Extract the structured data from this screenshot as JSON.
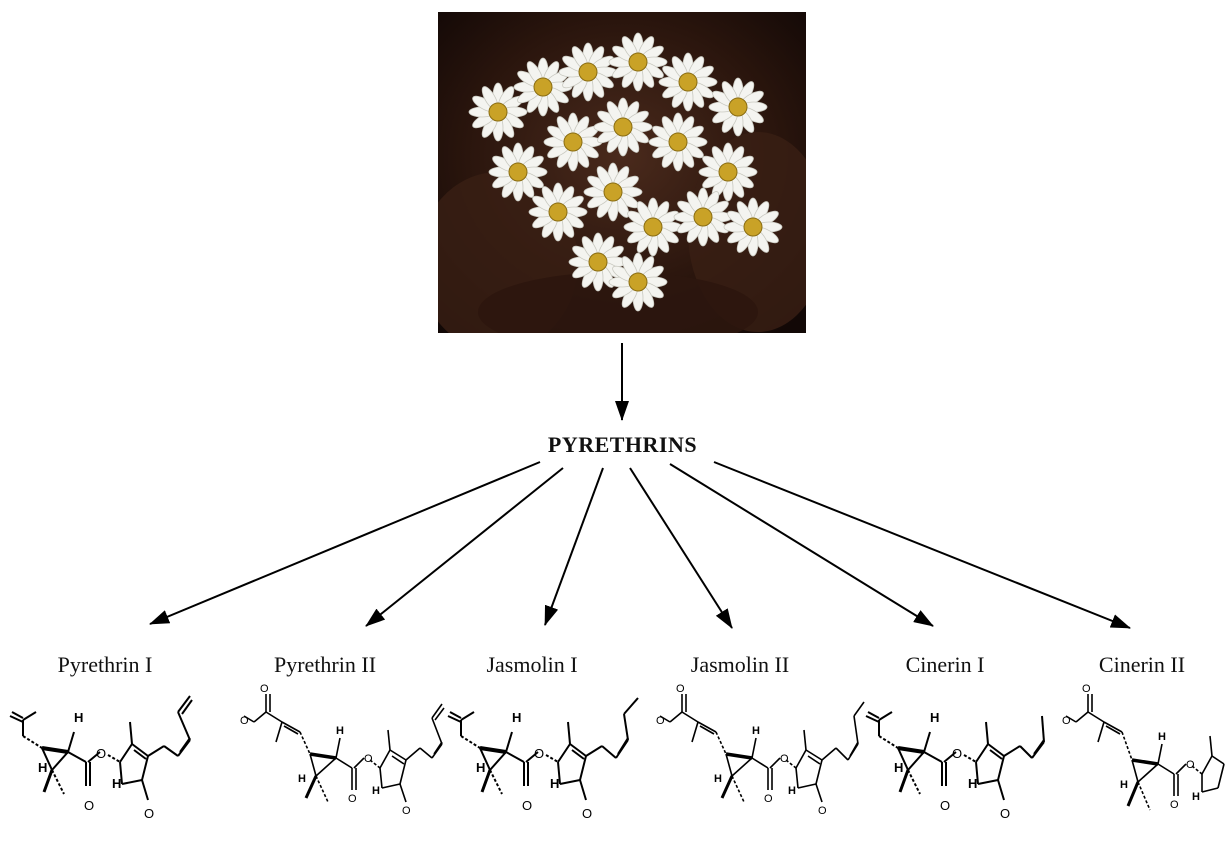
{
  "diagram": {
    "title": "PYRETHRINS",
    "compounds": [
      {
        "name": "Pyrethrin I"
      },
      {
        "name": "Pyrethrin II"
      },
      {
        "name": "Jasmolin I"
      },
      {
        "name": "Jasmolin II"
      },
      {
        "name": "Cinerin I"
      },
      {
        "name": "Cinerin II"
      }
    ]
  }
}
